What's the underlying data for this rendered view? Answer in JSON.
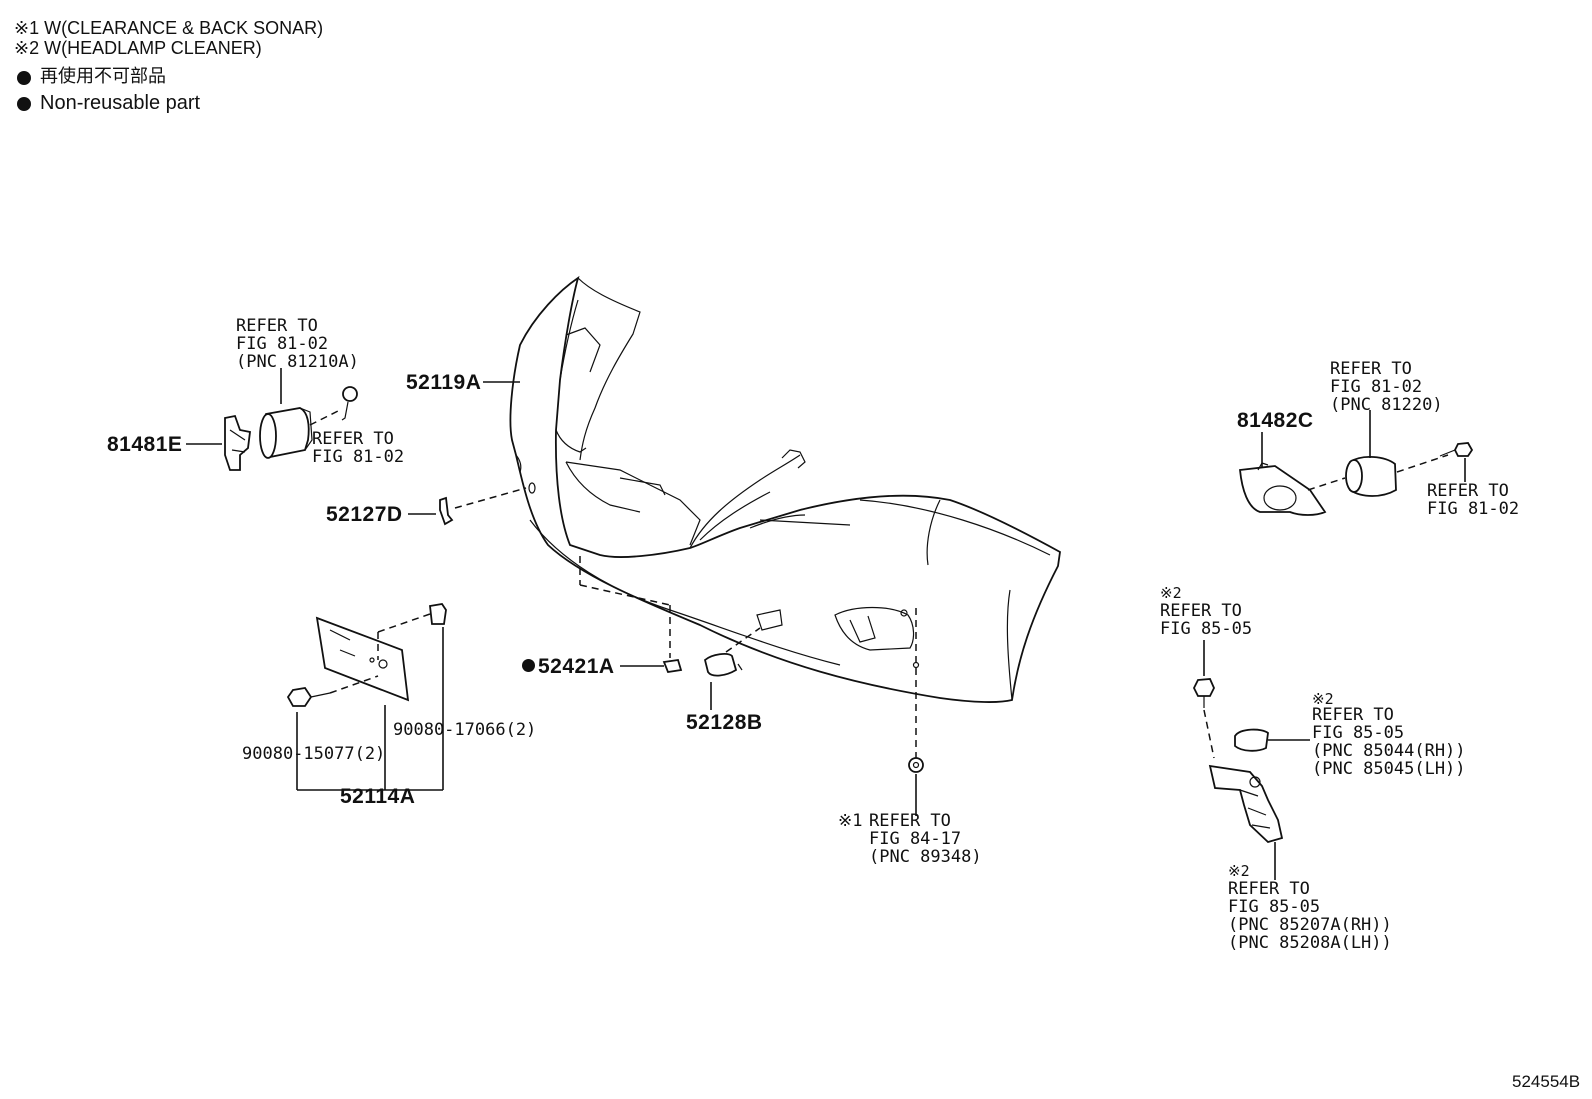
{
  "notes": {
    "note1": "※1 W(CLEARANCE & BACK SONAR)",
    "note2": "※2 W(HEADLAMP CLEANER)",
    "legend_jp": "再使用不可部品",
    "legend_en": "Non-reusable part"
  },
  "parts": {
    "p52119A": "52119A",
    "p81481E": "81481E",
    "p52127D": "52127D",
    "p52421A": "52421A",
    "p52128B": "52128B",
    "p52114A": "52114A",
    "p81482C": "81482C",
    "p90080_17066": "90080-17066(2)",
    "p90080_15077": "90080-15077(2)"
  },
  "refs": {
    "ref_left_lamp": [
      "REFER TO",
      "FIG 81-02",
      "(PNC 81210A)"
    ],
    "ref_left_bolt": [
      "REFER TO",
      "FIG 81-02"
    ],
    "ref_right_lamp": [
      "REFER TO",
      "FIG 81-02",
      "(PNC 81220)"
    ],
    "ref_right_bolt": [
      "REFER TO",
      "FIG 81-02"
    ],
    "ref_sonar_mark": "※1",
    "ref_sonar": [
      "REFER TO",
      "FIG 84-17",
      "(PNC 89348)"
    ],
    "ref_washer_bolt_mark": "※2",
    "ref_washer_bolt": [
      "REFER TO",
      "FIG 85-05"
    ],
    "ref_washer_cap_mark": "※2",
    "ref_washer_cap": [
      "REFER TO",
      "FIG 85-05",
      "(PNC 85044(RH))",
      "(PNC 85045(LH))"
    ],
    "ref_washer_nozzle_mark": "※2",
    "ref_washer_nozzle": [
      "REFER TO",
      "FIG 85-05",
      "(PNC 85207A(RH))",
      "(PNC 85208A(LH))"
    ]
  },
  "figure_id": "524554B"
}
